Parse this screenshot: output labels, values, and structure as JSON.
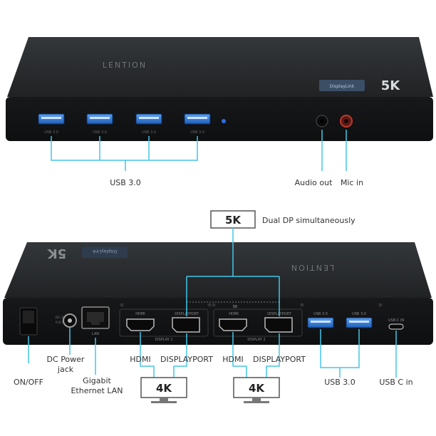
{
  "front": {
    "brand": "LENTION",
    "displaylink_badge": "DisplayLink",
    "badge_5k": "5K",
    "port_labels": [
      "USB 3.0",
      "USB 3.0",
      "USB 3.0",
      "USB 3.0"
    ],
    "usb_callout": "USB 3.0",
    "audio_out_callout": "Audio out",
    "mic_in_callout": "Mic in"
  },
  "rear": {
    "brand": "LENTION",
    "badge_5k": "5K",
    "displaylink_badge": "DisplayLink",
    "dual_dp_box": "5K",
    "dual_dp_caption": "Dual DP simultaneously",
    "mid_5k_label": "5K",
    "hdmi_label_1": "HDMI",
    "displayport_label_1": "DISPLAYPORT",
    "display1_label": "DISPLAY 1",
    "hdmi_label_2": "HDMI",
    "displayport_label_2": "DISPLAYPORT",
    "display2_label": "DISPLAY 2",
    "usb_label_1": "USB 3.0",
    "usb_label_2": "USB 3.0",
    "usbc_label": "USB-C IN",
    "dc_label_top": "DC 20V",
    "dc_label_bottom": "0-6.5V",
    "lan_label": "LAN",
    "on_off_callout": "ON/OFF",
    "dc_power_callout_line1": "DC Power",
    "dc_power_callout_line2": "jack",
    "gigabit_callout_line1": "Gigabit",
    "gigabit_callout_line2": "Ethernet LAN",
    "hdmi_callout_1": "HDMI",
    "displayport_callout_1": "DISPLAYPORT",
    "hdmi_callout_2": "HDMI",
    "displayport_callout_2": "DISPLAYPORT",
    "monitor_1": "4K",
    "monitor_2": "4K",
    "usb30_callout": "USB 3.0",
    "usbc_callout": "USB C in"
  },
  "colors": {
    "device": "#1d1f21",
    "device_top": "#2a2c2f",
    "callout_line": "#43c6e8",
    "usb_blue": "#2f7de1",
    "mic_red": "#c0392b"
  }
}
